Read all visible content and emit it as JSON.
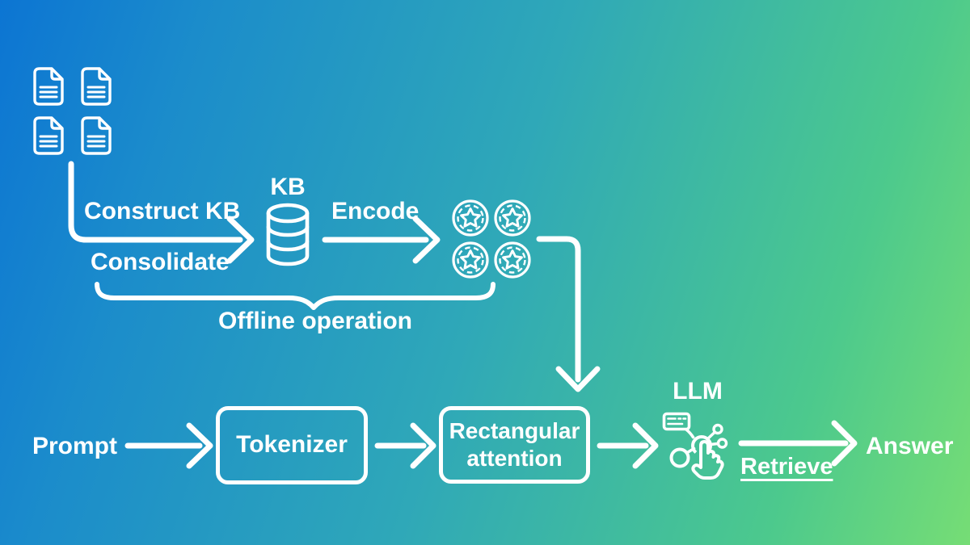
{
  "title": "RAG pipeline with rectangular attention diagram",
  "colors": {
    "gradient_blue": "#0c75d3",
    "gradient_teal": "#2fa8b8",
    "gradient_green": "#76dd75",
    "stroke": "#ffffff"
  },
  "offline_pipeline": {
    "document_count": 4,
    "construct_kb_label": "Construct KB",
    "consolidate_label": "Consolidate",
    "kb_label": "KB",
    "encode_label": "Encode",
    "embedding_count": 4,
    "brace_label": "Offline operation"
  },
  "online_pipeline": {
    "prompt_label": "Prompt",
    "tokenizer_label": "Tokenizer",
    "attention_line1": "Rectangular",
    "attention_line2": "attention",
    "llm_label": "LLM",
    "retrieve_label": "Retrieve",
    "answer_label": "Answer"
  },
  "icons": {
    "documents": "document-icon",
    "knowledge_base": "database-icon",
    "embeddings": "coin-star-icon",
    "llm": "llm-hand-network-icon"
  }
}
